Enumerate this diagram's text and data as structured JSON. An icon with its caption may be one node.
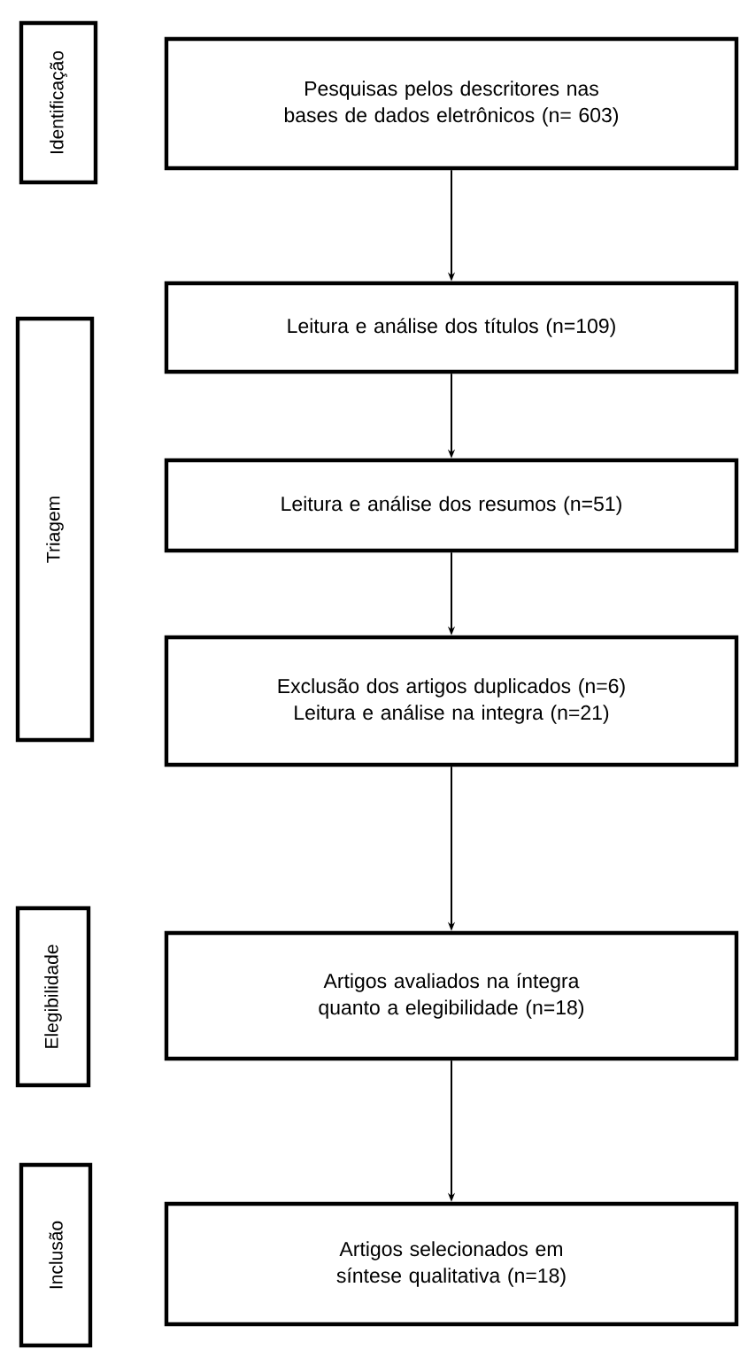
{
  "diagram": {
    "nodes": [
      {
        "text": [
          "Identificação"
        ]
      },
      {
        "text": [
          "Pesquisas pelos descritores nas bases de dados eletrônicos (n= 603)"
        ]
      },
      {
        "text": [
          "Triagem"
        ]
      },
      {
        "text": [
          "Leitura e análise dos títulos (n=109)"
        ]
      },
      {
        "text": [
          "Leitura e análise dos resumos (n=51)"
        ]
      },
      {
        "text": [
          "Exclusão dos artigos duplicados (n=6) Leitura e análise na integra (n=21)"
        ]
      },
      {
        "text": [
          "Elegibilidade"
        ]
      },
      {
        "text": [
          "Artigos avaliados na íntegra quanto a elegibilidade (n=18)"
        ]
      },
      {
        "text": [
          "Inclusão"
        ]
      },
      {
        "text": [
          "Artigos selecionados em síntese qualitativa (n=18)"
        ]
      }
    ],
    "edges": [
      {
        "from": 1,
        "to": 3,
        "arrow": "to"
      },
      {
        "from": 3,
        "to": 4,
        "arrow": "to"
      },
      {
        "from": 4,
        "to": 5,
        "arrow": "to"
      },
      {
        "from": 5,
        "to": 7,
        "arrow": "to"
      },
      {
        "from": 7,
        "to": 9,
        "arrow": "to"
      }
    ]
  }
}
